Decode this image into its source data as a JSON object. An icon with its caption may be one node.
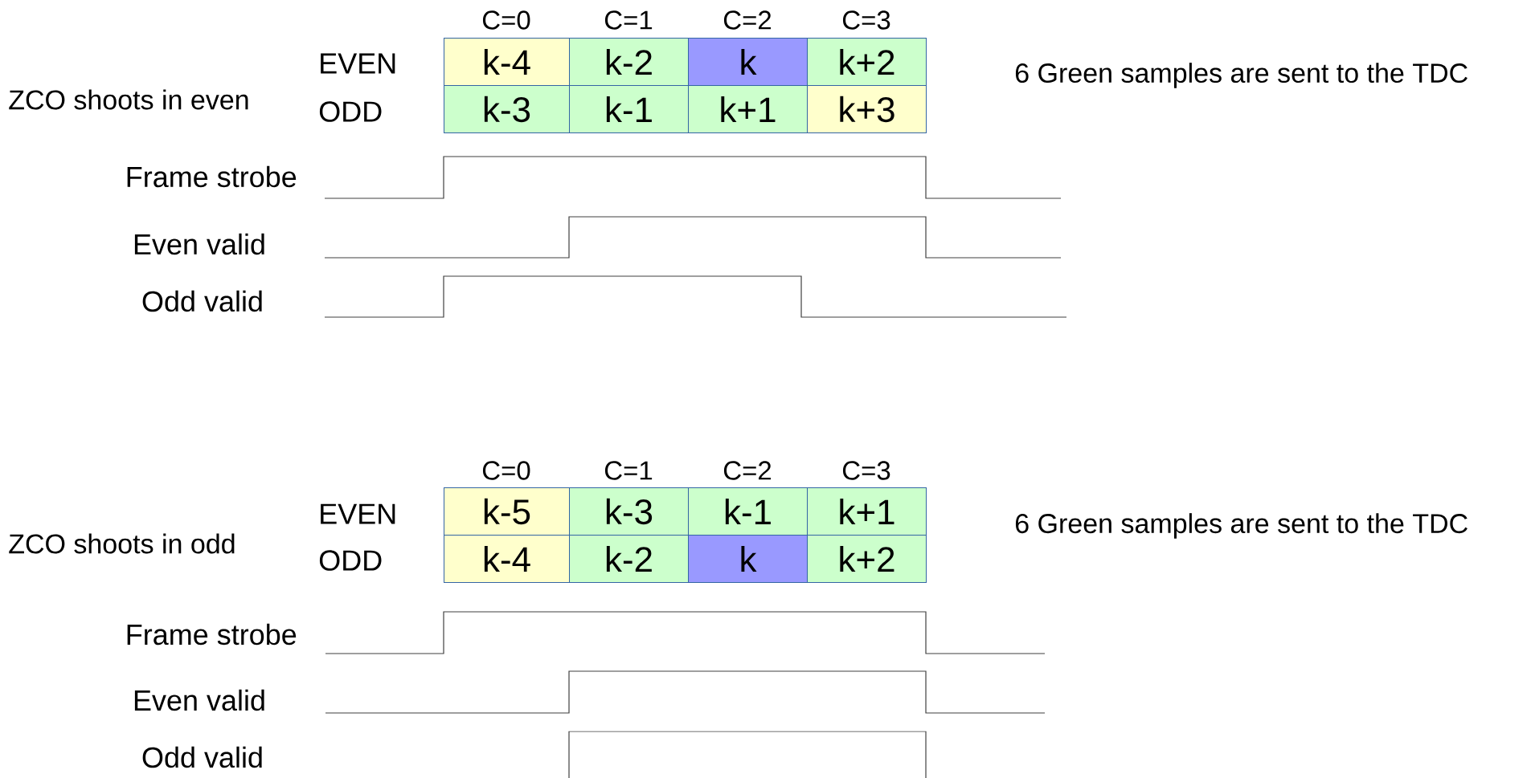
{
  "diagram": {
    "nodes": [
      {
        "text": [
          "k-4"
        ]
      },
      {
        "text": [
          "k-2"
        ]
      },
      {
        "text": [
          "k"
        ]
      },
      {
        "text": [
          "k+2"
        ]
      },
      {
        "text": [
          "k-3"
        ]
      },
      {
        "text": [
          "k-1"
        ]
      },
      {
        "text": [
          "k+1"
        ]
      },
      {
        "text": [
          "k+3"
        ]
      },
      {
        "text": [
          "k-5"
        ]
      },
      {
        "text": [
          "k-3"
        ]
      },
      {
        "text": [
          "k-1"
        ]
      },
      {
        "text": [
          "k+1"
        ]
      },
      {
        "text": [
          "k-4"
        ]
      },
      {
        "text": [
          "k-2"
        ]
      },
      {
        "text": [
          "k"
        ]
      },
      {
        "text": [
          "k+2"
        ]
      }
    ],
    "labels": [
      "C=0",
      "C=1",
      "C=2",
      "C=3",
      "EVEN",
      "ODD",
      "ZCO shoots in even",
      "6 Green samples are sent to the TDC",
      "Frame strobe",
      "Even valid",
      "Odd valid",
      "C=0",
      "C=1",
      "C=2",
      "C=3",
      "EVEN",
      "ODD",
      "ZCO shoots in odd",
      "6 Green samples are sent to the TDC",
      "Frame strobe",
      "Even valid",
      "Odd valid"
    ]
  }
}
